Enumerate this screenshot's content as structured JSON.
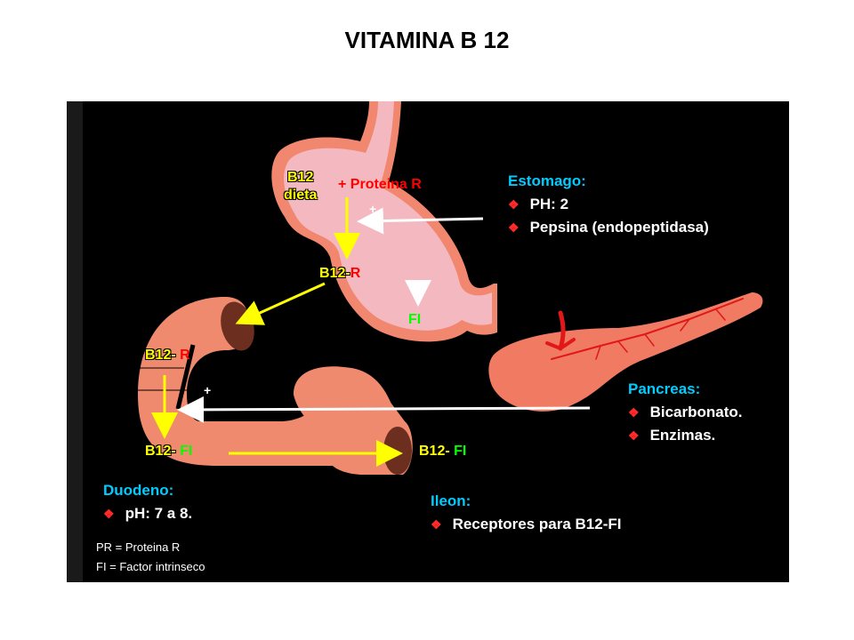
{
  "title": "VITAMINA B 12",
  "stomach_labels": {
    "b12": "B12",
    "dieta": "dieta",
    "plus_proteina": "+ Proteina R",
    "plus": "+",
    "b12_r_prefix": "B12-",
    "b12_r_suffix": "R",
    "fi": "FI"
  },
  "duodenum_labels": {
    "b12_r_prefix": "B12- ",
    "b12_r_suffix": "R",
    "b12_fi_prefix": "B12- ",
    "b12_fi_suffix": "FI",
    "plus": "+"
  },
  "ileum_labels": {
    "b12_fi_prefix": "B12- ",
    "b12_fi_suffix": "FI"
  },
  "estomago": {
    "heading": "Estomago:",
    "items": [
      "PH: 2",
      "Pepsina  (endopeptidasa)"
    ]
  },
  "pancreas": {
    "heading": "Pancreas:",
    "items": [
      "Bicarbonato.",
      "Enzimas."
    ]
  },
  "duodeno": {
    "heading": "Duodeno:",
    "items": [
      "pH: 7 a 8."
    ]
  },
  "ileon": {
    "heading": "Ileon:",
    "items": [
      "Receptores para B12-FI"
    ]
  },
  "legend": {
    "pr": "PR = Proteina R",
    "fi": "FI = Factor intrinseco"
  },
  "bullet_glyph": "❖",
  "colors": {
    "panel_bg": "#000000",
    "stomach_fill": "#f4b8c0",
    "stomach_wall": "#f2876f",
    "intestine": "#f08a6e",
    "lumen": "#6b2e1f",
    "pancreas": "#f07a62",
    "vessels": "#e01818",
    "heading": "#00ccff",
    "yellow": "#ffff00",
    "red": "#ff0000",
    "green": "#00ff00",
    "bullet": "#ff2a2a"
  }
}
